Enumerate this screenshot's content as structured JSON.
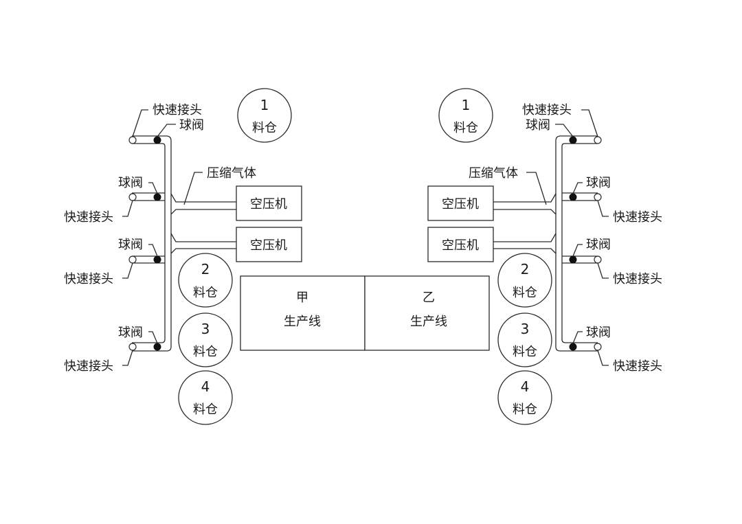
{
  "diagram": {
    "labels": {
      "quick_coupler": "快速接头",
      "ball_valve": "球阀",
      "compressed_gas": "压缩气体",
      "air_compressor": "空压机",
      "silo": "料仓"
    },
    "silos_left": [
      {
        "number": "1",
        "label": "料仓"
      },
      {
        "number": "2",
        "label": "料仓"
      },
      {
        "number": "3",
        "label": "料仓"
      },
      {
        "number": "4",
        "label": "料仓"
      }
    ],
    "silos_right": [
      {
        "number": "1",
        "label": "料仓"
      },
      {
        "number": "2",
        "label": "料仓"
      },
      {
        "number": "3",
        "label": "料仓"
      },
      {
        "number": "4",
        "label": "料仓"
      }
    ],
    "compressors_left": [
      {
        "label": "空压机"
      },
      {
        "label": "空压机"
      }
    ],
    "compressors_right": [
      {
        "label": "空压机"
      },
      {
        "label": "空压机"
      }
    ],
    "production_lines": [
      {
        "name": "甲",
        "label": "生产线"
      },
      {
        "name": "乙",
        "label": "生产线"
      }
    ],
    "left_outlets": [
      {
        "valve": "球阀",
        "coupler": "快速接头"
      },
      {
        "valve": "球阀",
        "coupler": "快速接头"
      },
      {
        "valve": "球阀",
        "coupler": "快速接头"
      },
      {
        "valve": "球阀",
        "coupler": "快速接头"
      }
    ],
    "right_outlets": [
      {
        "valve": "球阀",
        "coupler": "快速接头"
      },
      {
        "valve": "球阀",
        "coupler": "快速接头"
      },
      {
        "valve": "球阀",
        "coupler": "快速接头"
      },
      {
        "valve": "球阀",
        "coupler": "快速接头"
      }
    ],
    "gas_label_left": "压缩气体",
    "gas_label_right": "压缩气体"
  }
}
